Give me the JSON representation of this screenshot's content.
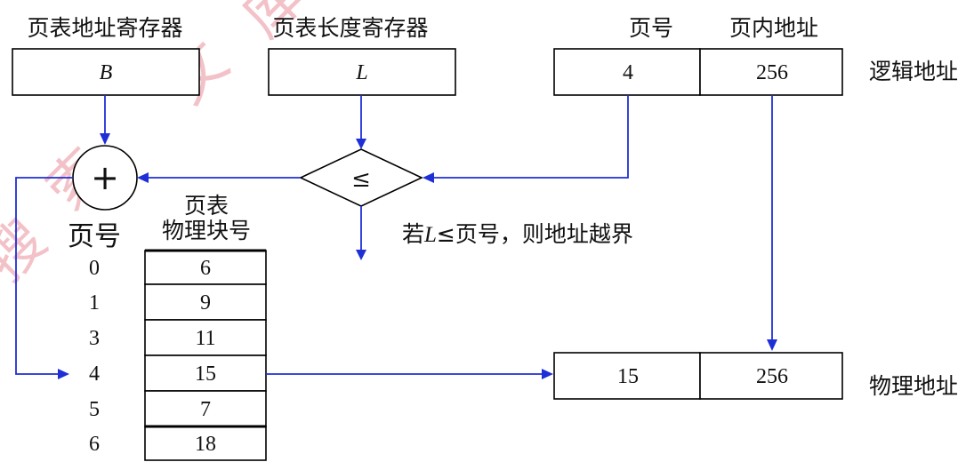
{
  "watermark": [
    "搜",
    "索",
    "文",
    "库"
  ],
  "registers": {
    "base_label": "页表地址寄存器",
    "base_value": "B",
    "length_label": "页表长度寄存器",
    "length_value": "L"
  },
  "logical_address": {
    "page_header": "页号",
    "offset_header": "页内地址",
    "page_value": "4",
    "offset_value": "256",
    "label": "逻辑地址"
  },
  "adder_symbol": "+",
  "compare_symbol": "≤",
  "overflow_note": {
    "prefix": "若",
    "var": "L",
    "suffix": "≤页号，则地址越界"
  },
  "page_table": {
    "page_col_label": "页号",
    "title_line1": "页表",
    "title_line2": "物理块号",
    "rows": [
      {
        "page": "0",
        "block": "6"
      },
      {
        "page": "1",
        "block": "9"
      },
      {
        "page": "3",
        "block": "11"
      },
      {
        "page": "4",
        "block": "15"
      },
      {
        "page": "5",
        "block": "7"
      },
      {
        "page": "6",
        "block": "18"
      }
    ]
  },
  "physical_address": {
    "block_value": "15",
    "offset_value": "256",
    "label": "物理地址"
  },
  "colors": {
    "arrow": "#1f2fd6",
    "watermark": "#f3c2c8"
  }
}
